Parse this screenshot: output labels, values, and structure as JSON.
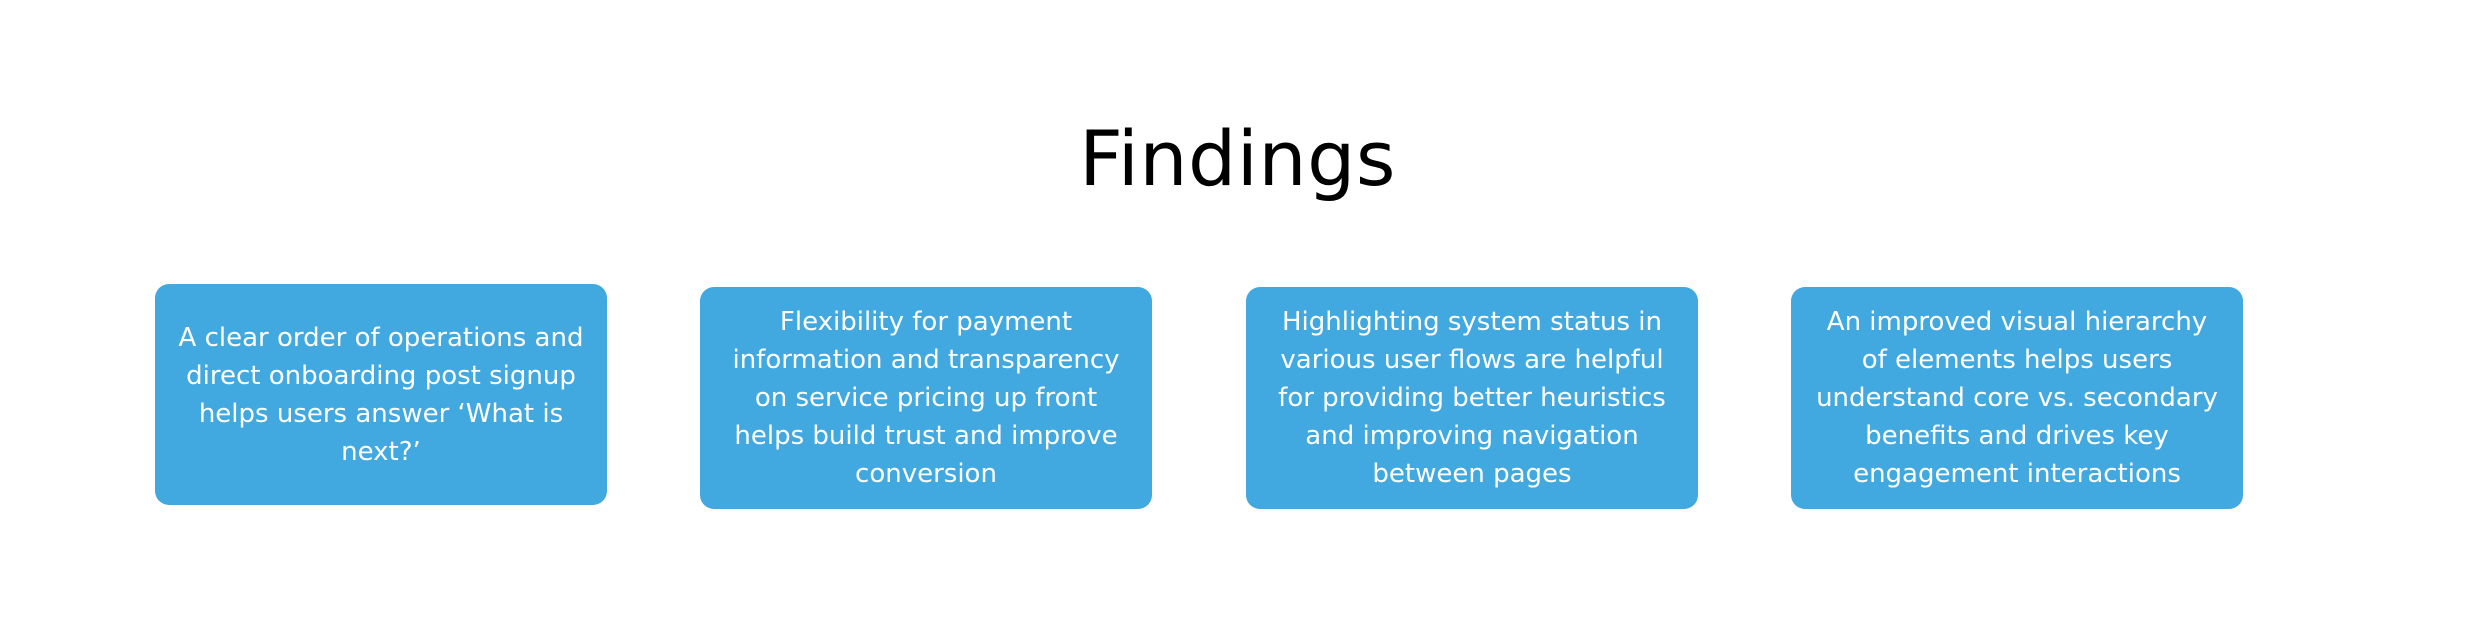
{
  "title": "Findings",
  "colors": {
    "card_background": "#41a9e0",
    "card_text": "#ffffff",
    "title_text": "#000000",
    "page_background": "#ffffff"
  },
  "findings": [
    {
      "text": "A clear order of operations and direct onboarding post signup helps users answer ‘What is next?’"
    },
    {
      "text": "Flexibility for payment information and transparency on service pricing up front helps build trust and improve conversion"
    },
    {
      "text": "Highlighting system status in various user flows are helpful for providing better heuristics and improving navigation between pages"
    },
    {
      "text": "An improved visual hierarchy of elements helps users understand core vs. secondary benefits and drives key engagement interactions"
    }
  ]
}
